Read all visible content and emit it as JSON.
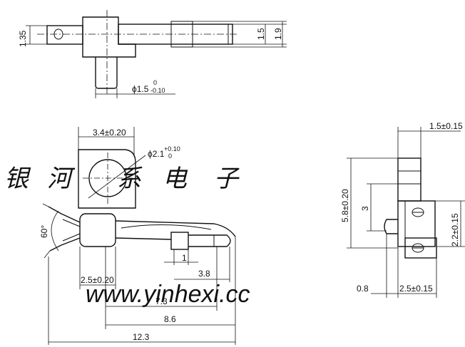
{
  "watermark": {
    "chars": [
      "银",
      "河",
      "系",
      "电",
      "子"
    ],
    "url": "www.yinhexi.cc"
  },
  "top_view": {
    "dim_left": "1.35",
    "dim_right_a": "1.5",
    "dim_right_b": "1.9",
    "dia_pin": "ϕ1.5",
    "dia_pin_upper": "0",
    "dia_pin_lower": "-0.10"
  },
  "front_view": {
    "width_top": "3.4±0.20",
    "hole_dia": "ϕ2.1",
    "hole_tol_upper": "+0.10",
    "hole_tol_lower": "0",
    "angle": "60°",
    "dim_1": "1",
    "dim_3_8": "3.8",
    "width_bottom": "2.5±0.20",
    "dim_7_3": "7.3",
    "dim_8_6": "8.6",
    "dim_12_3": "12.3"
  },
  "side_view": {
    "top_width": "1.5±0.15",
    "height": "5.8±0.20",
    "mid": "3",
    "right": "2.2±0.15",
    "bottom_left": "0.8",
    "bottom_right": "2.5±0.15"
  }
}
